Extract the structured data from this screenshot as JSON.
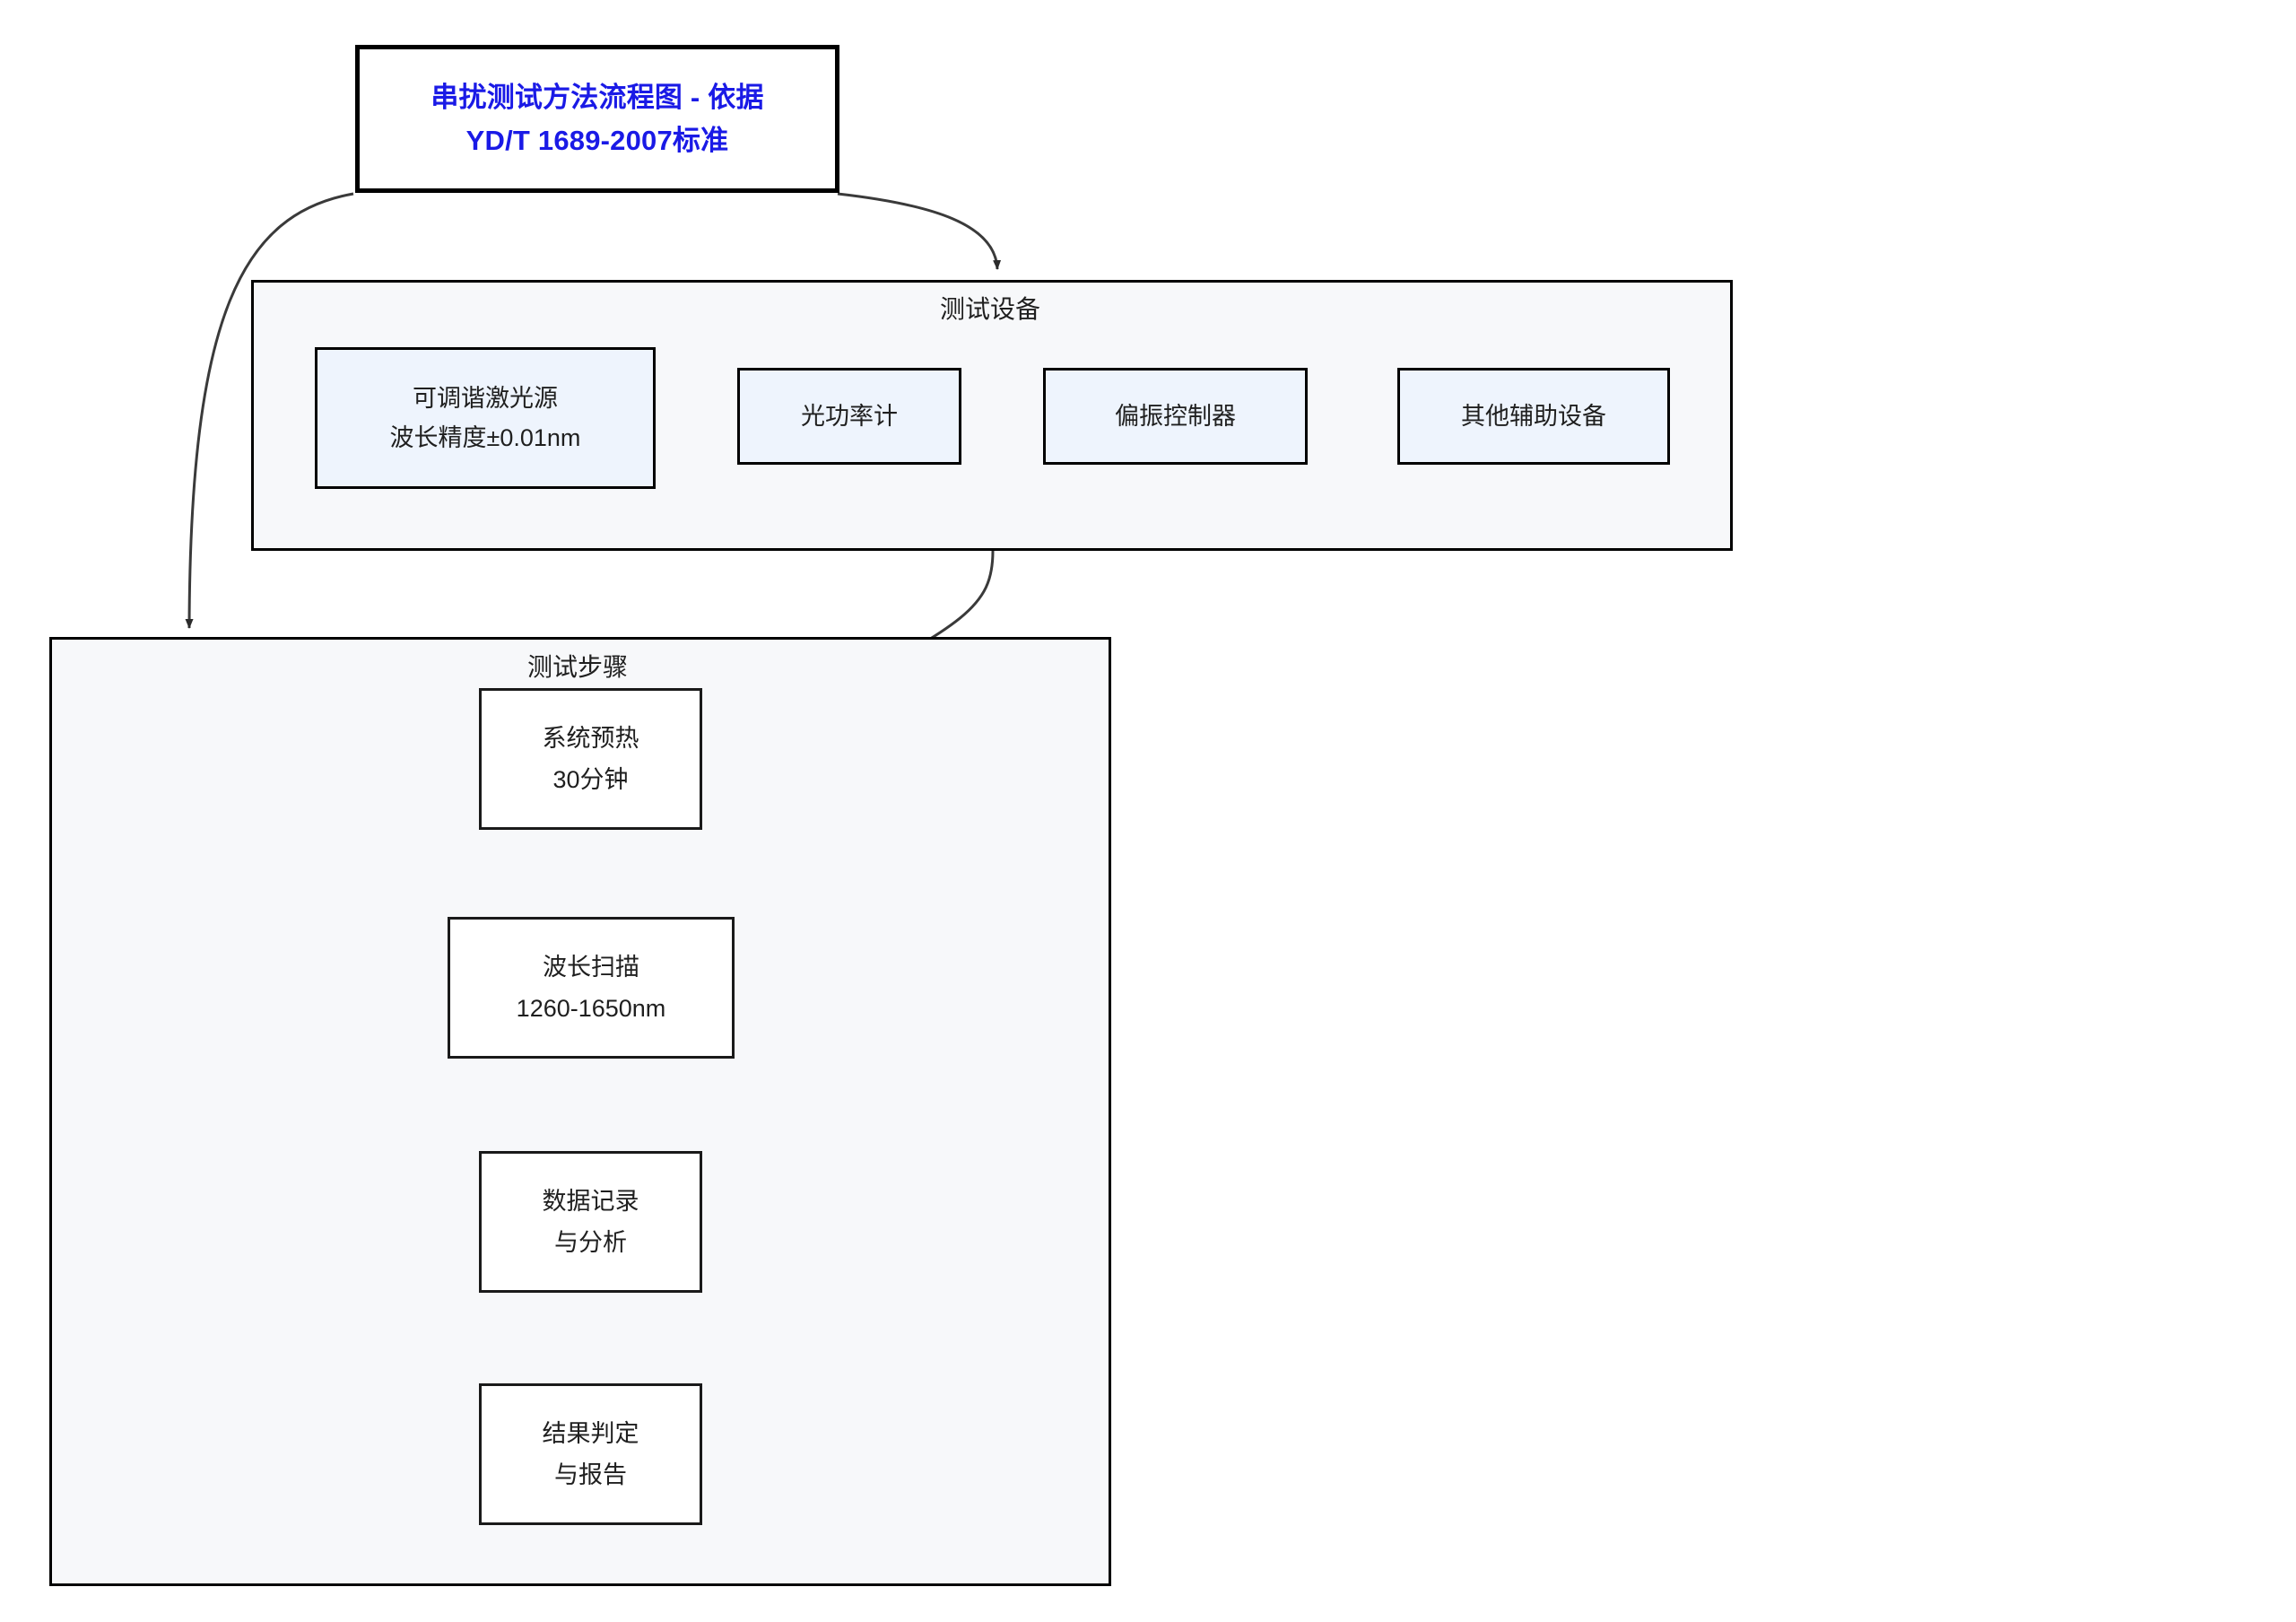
{
  "diagram": {
    "title_box": {
      "lines": [
        "串扰测试方法流程图 - 依据",
        "YD/T 1689-2007标准"
      ],
      "text_color": "#1a1ae6",
      "border_color": "#000000",
      "fill": "#ffffff"
    },
    "groups": [
      {
        "id": "equipment",
        "label": "测试设备",
        "fill": "#f7f8fa",
        "border_color": "#000000"
      },
      {
        "id": "steps",
        "label": "测试步骤",
        "fill": "#f7f8fa",
        "border_color": "#000000"
      }
    ],
    "equipment_nodes": [
      {
        "lines": [
          "可调谐激光源",
          "波长精度±0.01nm"
        ],
        "fill": "#eef4fd"
      },
      {
        "lines": [
          "光功率计"
        ],
        "fill": "#eef4fd"
      },
      {
        "lines": [
          "偏振控制器"
        ],
        "fill": "#eef4fd"
      },
      {
        "lines": [
          "其他辅助设备"
        ],
        "fill": "#eef4fd"
      }
    ],
    "step_nodes": [
      {
        "lines": [
          "系统预热",
          "30分钟"
        ],
        "fill": "#ffffff"
      },
      {
        "lines": [
          "波长扫描",
          "1260-1650nm"
        ],
        "fill": "#ffffff"
      },
      {
        "lines": [
          "数据记录",
          "与分析"
        ],
        "fill": "#ffffff"
      },
      {
        "lines": [
          "结果判定",
          "与报告"
        ],
        "fill": "#ffffff"
      }
    ],
    "edges": [
      {
        "from": "title_box",
        "to": "equipment_group",
        "style": "curved",
        "arrow": true
      },
      {
        "from": "title_box",
        "to": "steps_group",
        "style": "curved",
        "arrow": true
      },
      {
        "from": "equipment_group",
        "to": "step_node_0",
        "style": "curved",
        "arrow": true
      },
      {
        "from": "step_node_0",
        "to": "step_node_1",
        "style": "straight",
        "arrow": true
      },
      {
        "from": "step_node_1",
        "to": "step_node_2",
        "style": "straight",
        "arrow": true
      },
      {
        "from": "step_node_2",
        "to": "step_node_3",
        "style": "straight",
        "arrow": true
      }
    ],
    "edge_color": "#3a3a3a"
  }
}
